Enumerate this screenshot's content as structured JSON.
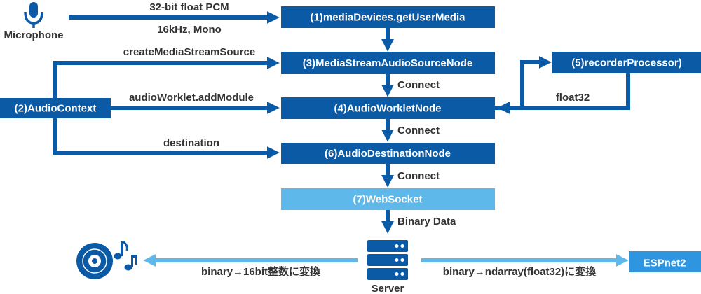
{
  "colors": {
    "primary": "#0b5aa6",
    "light": "#5eb8ea",
    "text": "#333333"
  },
  "nodes": {
    "microphone": "Microphone",
    "audio_context": "(2)AudioContext",
    "get_user_media": "(1)mediaDevices.getUserMedia",
    "media_stream_source": "(3)MediaStreamAudioSourceNode",
    "audio_worklet": "(4)AudioWorkletNode",
    "recorder_processor": "(5)recorderProcessor)",
    "destination_node": "(6)AudioDestinationNode",
    "websocket": "(7)WebSocket",
    "server": "Server",
    "espnet": "ESPnet2"
  },
  "edges": {
    "pcm_format": "32-bit float PCM",
    "sample_rate": "16kHz, Mono",
    "create_source": "createMediaStreamSource",
    "add_module": "audioWorklet.addModule",
    "destination": "destination",
    "connect_1": "Connect",
    "connect_2": "Connect",
    "connect_3": "Connect",
    "float32": "float32",
    "binary_data": "Binary Data",
    "to_int16": "binary→16bit整数に変換",
    "to_ndarray": "binary→ndarray(float32)に変換"
  },
  "icons": {
    "microphone": "microphone-icon",
    "disc": "music-disc-icon",
    "note": "music-note-icon",
    "server": "server-icon"
  }
}
